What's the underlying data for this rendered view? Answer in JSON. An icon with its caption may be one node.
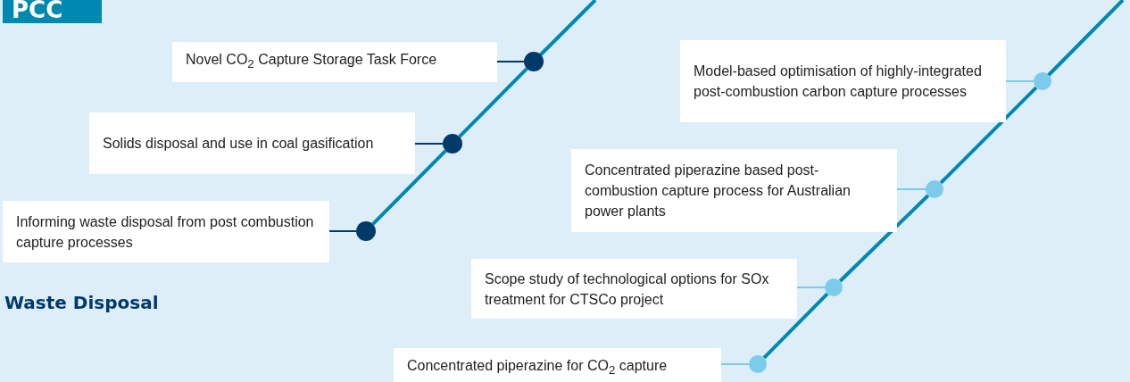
{
  "diagram": {
    "nodes": [
      {
        "text": [
          "Novel CO$_{2}$ Capture Storage Task Force"
        ]
      },
      {
        "text": [],
        "shape": "circle"
      },
      {
        "text": [
          "Solids disposal and use in coal gasification"
        ]
      },
      {
        "text": [],
        "shape": "circle"
      },
      {
        "text": [
          "Informing waste disposal from post combustion capture processes"
        ]
      },
      {
        "text": [],
        "shape": "circle"
      },
      {
        "text": [
          "Model-based optimisation of highly-integrated post-combustion carbon capture processes"
        ]
      },
      {
        "text": [],
        "shape": "circle"
      },
      {
        "text": [
          "Concentrated piperazine based post-combustion capture process for Australian power plants"
        ]
      },
      {
        "text": [],
        "shape": "circle"
      },
      {
        "text": [
          "Scope study of technological options for SOx treatment for CTSCo project"
        ]
      },
      {
        "text": [],
        "shape": "circle"
      },
      {
        "text": [
          "Concentrated piperazine for CO$_{2}$ capture"
        ]
      },
      {
        "text": [],
        "shape": "circle"
      }
    ],
    "edges": [
      {
        "from": 0,
        "to": 1,
        "arrow": "none",
        "color": "#003a6b"
      },
      {
        "from": 2,
        "to": 3,
        "arrow": "none",
        "color": "#003a6b"
      },
      {
        "from": 4,
        "to": 5,
        "arrow": "none",
        "color": "#003a6b"
      },
      {
        "from": 6,
        "to": 7,
        "arrow": "none",
        "color": "#7ccbea"
      },
      {
        "from": 8,
        "to": 9,
        "arrow": "none",
        "color": "#7ccbea"
      },
      {
        "from": 10,
        "to": 11,
        "arrow": "none",
        "color": "#7ccbea"
      },
      {
        "from": 12,
        "to": 13,
        "arrow": "none",
        "color": "#7ccbea"
      },
      {
        "from": 5,
        "to": 3,
        "arrow": "none",
        "style": "thick",
        "color": "#0089b0"
      },
      {
        "from": 3,
        "to": 1,
        "arrow": "none",
        "style": "thick",
        "color": "#0089b0"
      },
      {
        "from": 13,
        "to": 11,
        "arrow": "none",
        "style": "thick",
        "color": "#0089b0"
      },
      {
        "from": 11,
        "to": 9,
        "arrow": "none",
        "style": "thick",
        "color": "#0089b0"
      },
      {
        "from": 9,
        "to": 7,
        "arrow": "none",
        "style": "thick",
        "color": "#0089b0"
      }
    ],
    "labels": [
      "PCC",
      "Waste Disposal"
    ]
  }
}
